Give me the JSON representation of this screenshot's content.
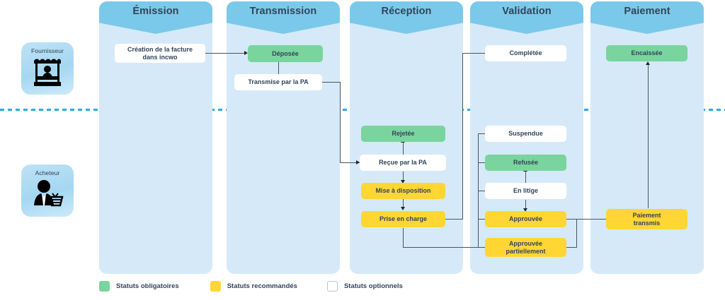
{
  "diagram": {
    "phases": [
      {
        "id": "emission",
        "label": "Émission"
      },
      {
        "id": "transmission",
        "label": "Transmission"
      },
      {
        "id": "reception",
        "label": "Réception"
      },
      {
        "id": "validation",
        "label": "Validation"
      },
      {
        "id": "paiement",
        "label": "Paiement"
      }
    ],
    "actors": [
      {
        "id": "fournisseur",
        "label": "Fournisseur",
        "icon": "market-stall-vendor-icon"
      },
      {
        "id": "acheteur",
        "label": "Acheteur",
        "icon": "buyer-with-basket-icon"
      }
    ],
    "nodes": {
      "creation_facture": "Création de la facture\ndans incwo",
      "deposee": "Déposée",
      "transmise_pa": "Transmise par la PA",
      "rejetee": "Rejetée",
      "recue_pa": "Reçue par la PA",
      "mise_a_disposition": "Mise à disposition",
      "prise_en_charge": "Prise en charge",
      "completee": "Complétée",
      "suspendue": "Suspendue",
      "refusee": "Refusée",
      "en_litige": "En litige",
      "approuvee": "Approuvée",
      "approuvee_partiellement": "Approuvée\npartiellement",
      "paiement_transmis": "Paiement\ntransmis",
      "encaissee": "Encaissée"
    },
    "legend": [
      {
        "id": "obligatoires",
        "label": "Statuts obligatoires",
        "swatch": "green"
      },
      {
        "id": "recommandes",
        "label": "Statuts recommandés",
        "swatch": "yellow"
      },
      {
        "id": "optionnels",
        "label": "Statuts optionnels",
        "swatch": "white"
      }
    ],
    "colors": {
      "header_blue": "#7BC9EA",
      "panel_blue": "#D6E9F8",
      "actor_blue": "#A5D7F2",
      "mandatory_green": "#7AD49D",
      "recommended_yellow": "#FFD633",
      "optional_white": "#FFFFFF",
      "divider_blue": "#29ABE2",
      "text_dark": "#31455A",
      "connector": "#4A5560"
    }
  }
}
